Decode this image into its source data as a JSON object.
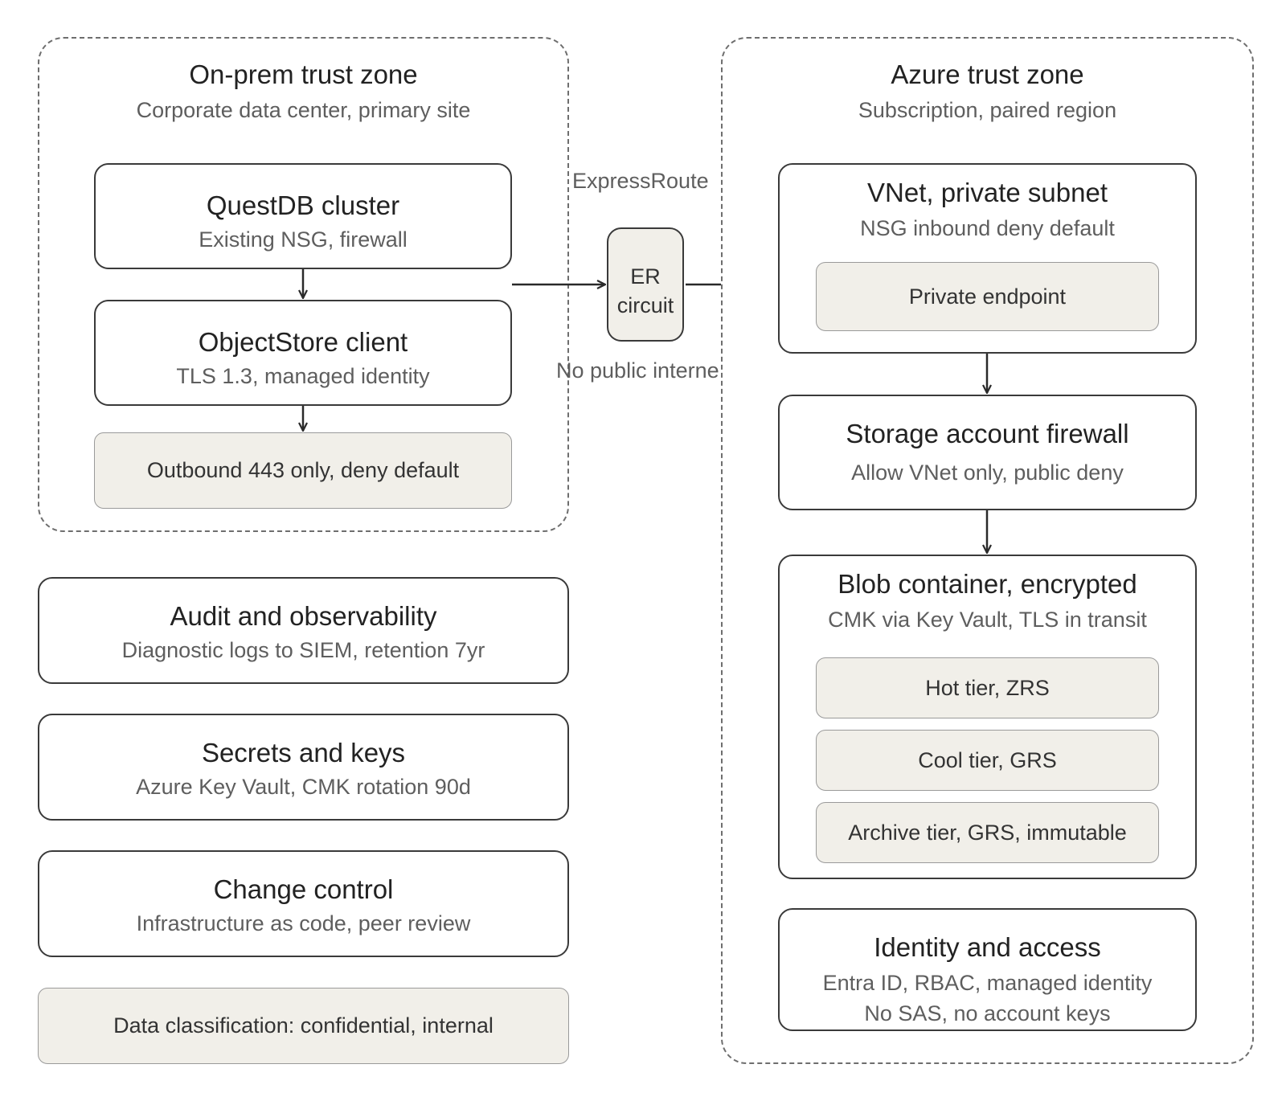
{
  "onprem": {
    "title": "On-prem trust zone",
    "subtitle": "Corporate data center, primary site",
    "questdb": {
      "title": "QuestDB cluster",
      "subtitle": "Existing NSG, firewall"
    },
    "objectstore": {
      "title": "ObjectStore client",
      "subtitle": "TLS 1.3, managed identity"
    },
    "outbound": "Outbound 443 only, deny default"
  },
  "link": {
    "label_top": "ExpressRoute",
    "circuit_line1": "ER",
    "circuit_line2": "circuit",
    "label_bottom": "No public interne"
  },
  "azure": {
    "title": "Azure trust zone",
    "subtitle": "Subscription, paired region",
    "vnet": {
      "title": "VNet, private subnet",
      "subtitle": "NSG inbound deny default",
      "endpoint": "Private endpoint"
    },
    "firewall": {
      "title": "Storage account firewall",
      "subtitle": "Allow VNet only, public deny"
    },
    "blob": {
      "title": "Blob container, encrypted",
      "subtitle": "CMK via Key Vault, TLS in transit",
      "tiers": [
        "Hot tier, ZRS",
        "Cool tier, GRS",
        "Archive tier, GRS, immutable"
      ]
    },
    "identity": {
      "title": "Identity and access",
      "line1": "Entra ID, RBAC, managed identity",
      "line2": "No SAS, no account keys"
    }
  },
  "controls": {
    "audit": {
      "title": "Audit and observability",
      "subtitle": "Diagnostic logs to SIEM, retention 7yr"
    },
    "secrets": {
      "title": "Secrets and keys",
      "subtitle": "Azure Key Vault, CMK rotation 90d"
    },
    "change": {
      "title": "Change control",
      "subtitle": "Infrastructure as code, peer review"
    },
    "classification": "Data classification: confidential, internal"
  }
}
